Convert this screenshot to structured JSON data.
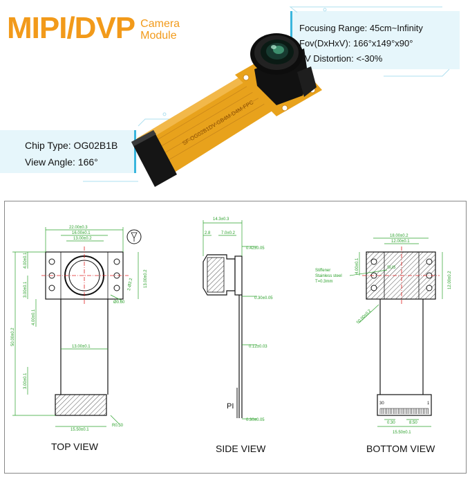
{
  "brand": {
    "title": "MIPI/DVP",
    "subtitle_line1": "Camera",
    "subtitle_line2": "Module"
  },
  "specs_right": {
    "focusing_range": "Focusing Range: 45cm~Infinity",
    "fov": "Fov(DxHxV):  166°x149°x90°",
    "tv_distortion": "TV Distortion: <-30%"
  },
  "specs_left": {
    "chip_type": "Chip Type: OG02B1B",
    "view_angle": "View Angle: 166°"
  },
  "fpc_label": "SF-OG02B1DV-GB4M-D4M-FPC",
  "views": {
    "top": "TOP VIEW",
    "side": "SIDE VIEW",
    "bottom": "BOTTOM VIEW"
  },
  "dims": {
    "top_width_outer": "22.00±0.3",
    "top_width_mid": "16.00±0.1",
    "top_width_inner": "13.00±0.2",
    "top_left_h1": "4.00±0.1",
    "top_right_h1": "13.00±0.2",
    "top_right_h2": "2-Ø2.2",
    "top_left_h2": "3.00±0.1",
    "top_left_h3": "4.00±0.1",
    "top_hole": "Ø0.60",
    "top_fpc_width": "13.00±0.1",
    "top_total_length": "50.00±0.2",
    "top_connector_len": "3.00±0.1",
    "top_conn_width": "15.50±0.1",
    "top_conn_radius": "R0.50",
    "side_total": "14.3±0.3",
    "side_d1": "2.8",
    "side_d2": "7.0±0.2",
    "side_thk1": "0.42±0.05",
    "side_thk2": "0.30±0.05",
    "side_thk3": "0.12±0.03",
    "side_pi": "PI",
    "side_thk4": "0.30±0.05",
    "bot_width_outer": "18.00±0.2",
    "bot_width_inner": "12.00±0.1",
    "bot_stiffener_1": "Stiffener",
    "bot_stiffener_2": "Stainless steel",
    "bot_stiffener_3": "T=0.3mm",
    "bot_h1": "4.00±0.1",
    "bot_h2": "12.00±0.2",
    "bot_label_stiff": "SUS",
    "bot_fpc": "50.00±0.2",
    "bot_pin_start": "30",
    "bot_pin_end": "1",
    "bot_pitch1": "0.30",
    "bot_pitch2": "8.50",
    "bot_conn_width": "15.50±0.1"
  },
  "colors": {
    "brand": "#f29a1a",
    "accent_blue": "#3ab6dd",
    "box_fill": "#e6f6fb",
    "dim_green": "#2aa02a",
    "center_red": "#e02020",
    "fpc_orange": "#e8a21c",
    "lens_black": "#151515"
  }
}
